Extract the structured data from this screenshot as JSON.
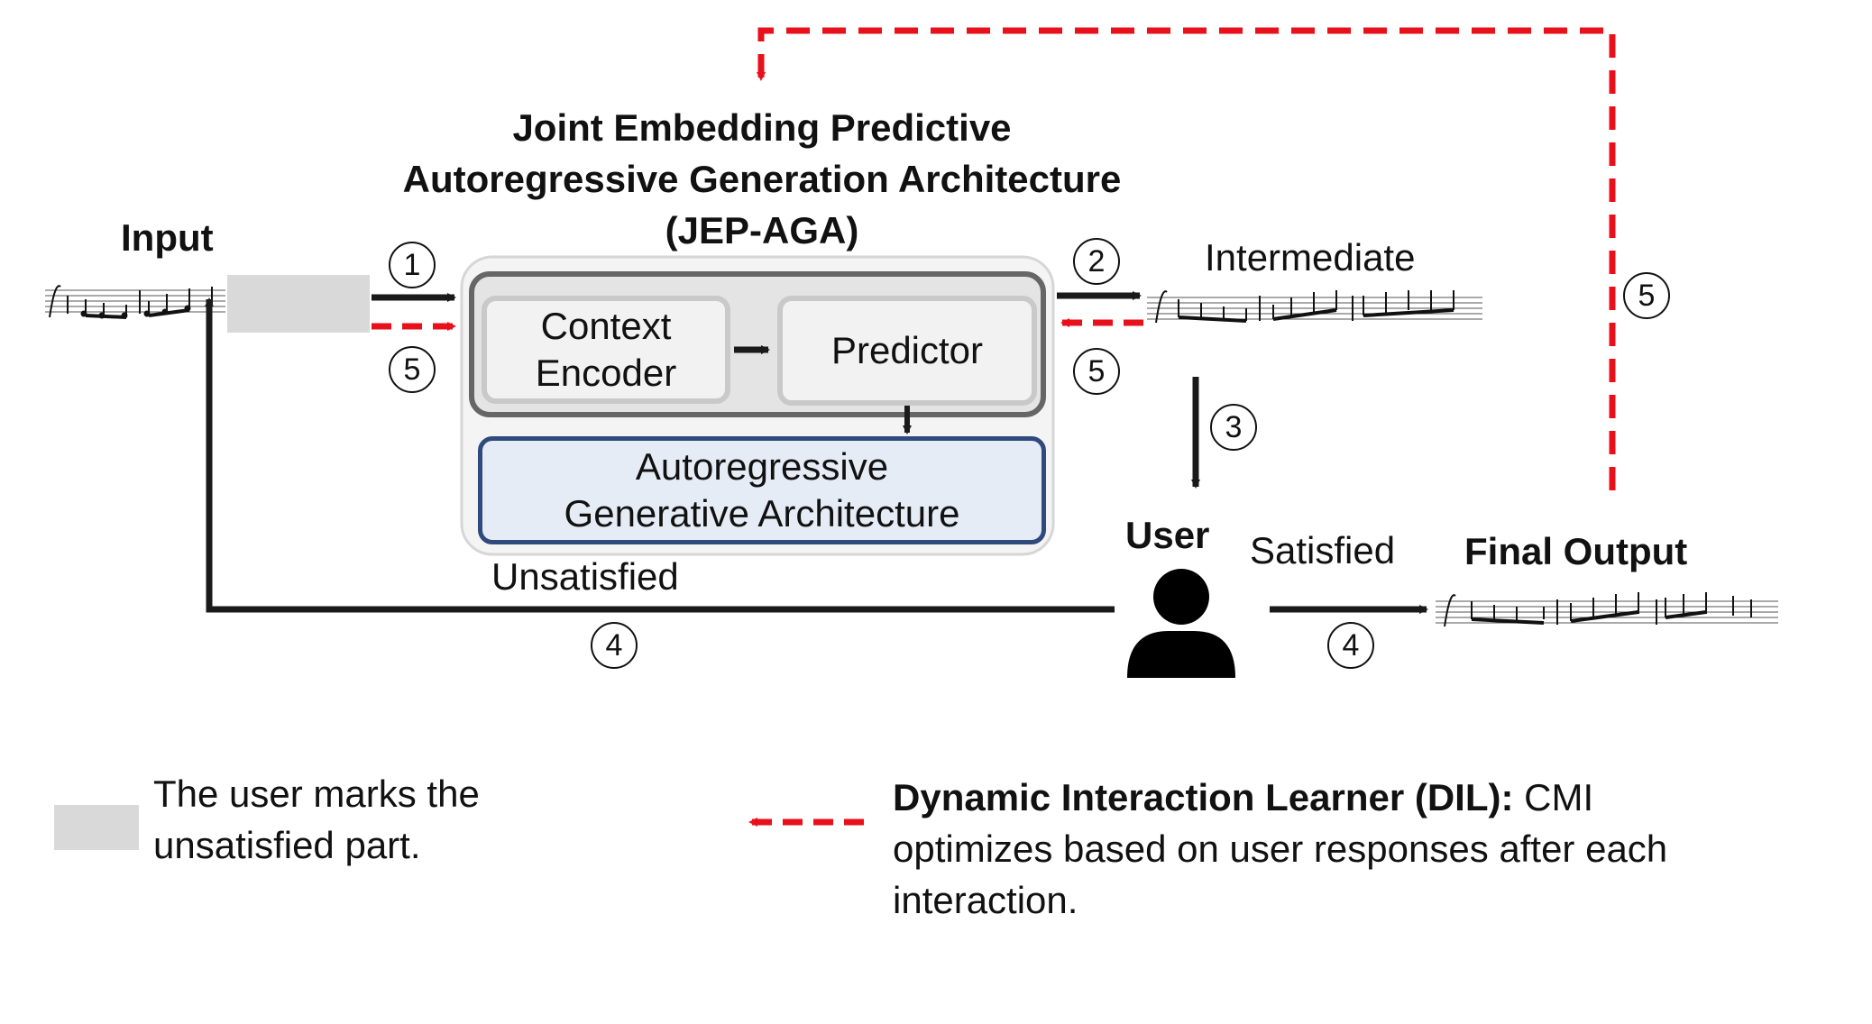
{
  "title": {
    "line1": "Joint Embedding Predictive",
    "line2": "Autoregressive Generation Architecture",
    "line3": "(JEP-AGA)"
  },
  "nodes": {
    "input": "Input",
    "intermediate": "Intermediate",
    "context_encoder": {
      "line1": "Context",
      "line2": "Encoder"
    },
    "predictor": "Predictor",
    "agen": {
      "line1": "Autoregressive",
      "line2": "Generative Architecture"
    },
    "user": "User",
    "final_output": "Final Output"
  },
  "edges": {
    "unsatisfied": "Unsatisfied",
    "satisfied": "Satisfied"
  },
  "steps": {
    "s1": "1",
    "s2": "2",
    "s3": "3",
    "s4a": "4",
    "s4b": "4",
    "s5_input": "5",
    "s5_intermediate": "5",
    "s5_top": "5"
  },
  "legend": {
    "gray_box": {
      "line1": "The user marks the",
      "line2": "unsatisfied part."
    },
    "dil": {
      "title": "Dynamic Interaction Learner (DIL):",
      "line1_rest": " CMI",
      "line2": "optimizes based on user responses after each",
      "line3": "interaction."
    }
  },
  "colors": {
    "arrow": "#1a1a1a",
    "feedback_dashed": "#e8101a",
    "mark_gray": "#d9d9d9",
    "box_fill": "#f2f2f2",
    "agen_fill": "#e6ecf6",
    "agen_border": "#2f4a7c"
  },
  "icons": [
    "music-staff-icon",
    "user-icon"
  ]
}
